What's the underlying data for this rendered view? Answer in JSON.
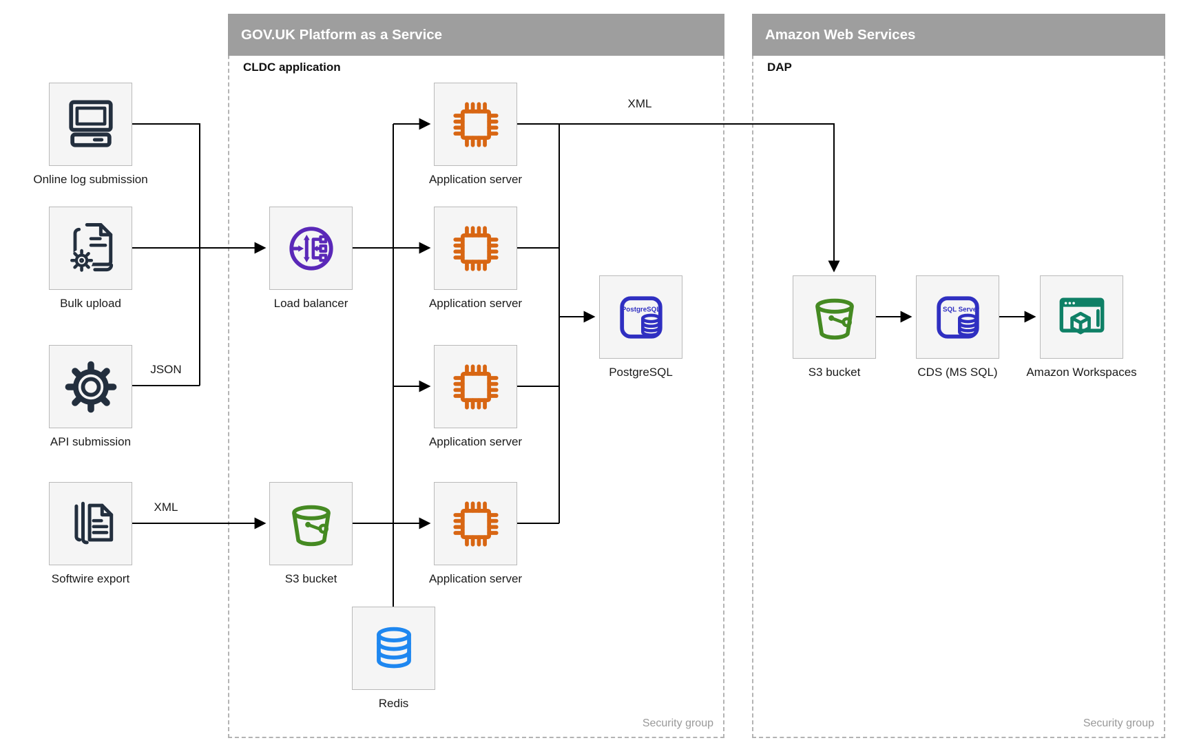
{
  "colors": {
    "header_bar": "#9e9e9e",
    "header_text": "#ffffff",
    "container_border": "#b3b3b3",
    "node_fill": "#f5f5f5",
    "node_border": "#b9b9b9",
    "wire": "#000000",
    "dark_icon": "#232f3e",
    "orange_icon": "#d86613",
    "purple_icon": "#5a28b8",
    "green_icon": "#458a22",
    "blue_icon": "#1e87f0",
    "indigo_icon": "#2f2fc1",
    "teal_icon": "#0f8066",
    "muted_text": "#999999"
  },
  "containers": {
    "paas": {
      "title": "GOV.UK Platform as a Service",
      "sublabel": "CLDC application",
      "footer": "Security group"
    },
    "aws": {
      "title": "Amazon Web Services",
      "sublabel": "DAP",
      "footer": "Security group"
    }
  },
  "nodes": {
    "online_log": {
      "label": "Online log submission"
    },
    "bulk_upload": {
      "label": "Bulk upload"
    },
    "api_submission": {
      "label": "API submission"
    },
    "softwire_export": {
      "label": "Softwire export"
    },
    "load_balancer": {
      "label": "Load balancer"
    },
    "s3_paas": {
      "label": "S3 bucket"
    },
    "app_servers": {
      "labels": [
        "Application server",
        "Application server",
        "Application server",
        "Application server"
      ]
    },
    "postgresql": {
      "label": "PostgreSQL",
      "icon_text": "PostgreSQL"
    },
    "redis": {
      "label": "Redis"
    },
    "s3_aws": {
      "label": "S3 bucket"
    },
    "cds": {
      "label": "CDS (MS SQL)",
      "icon_text": "SQL Server"
    },
    "workspaces": {
      "label": "Amazon Workspaces"
    }
  },
  "edge_labels": {
    "json": "JSON",
    "xml_left": "XML",
    "xml_right": "XML"
  }
}
